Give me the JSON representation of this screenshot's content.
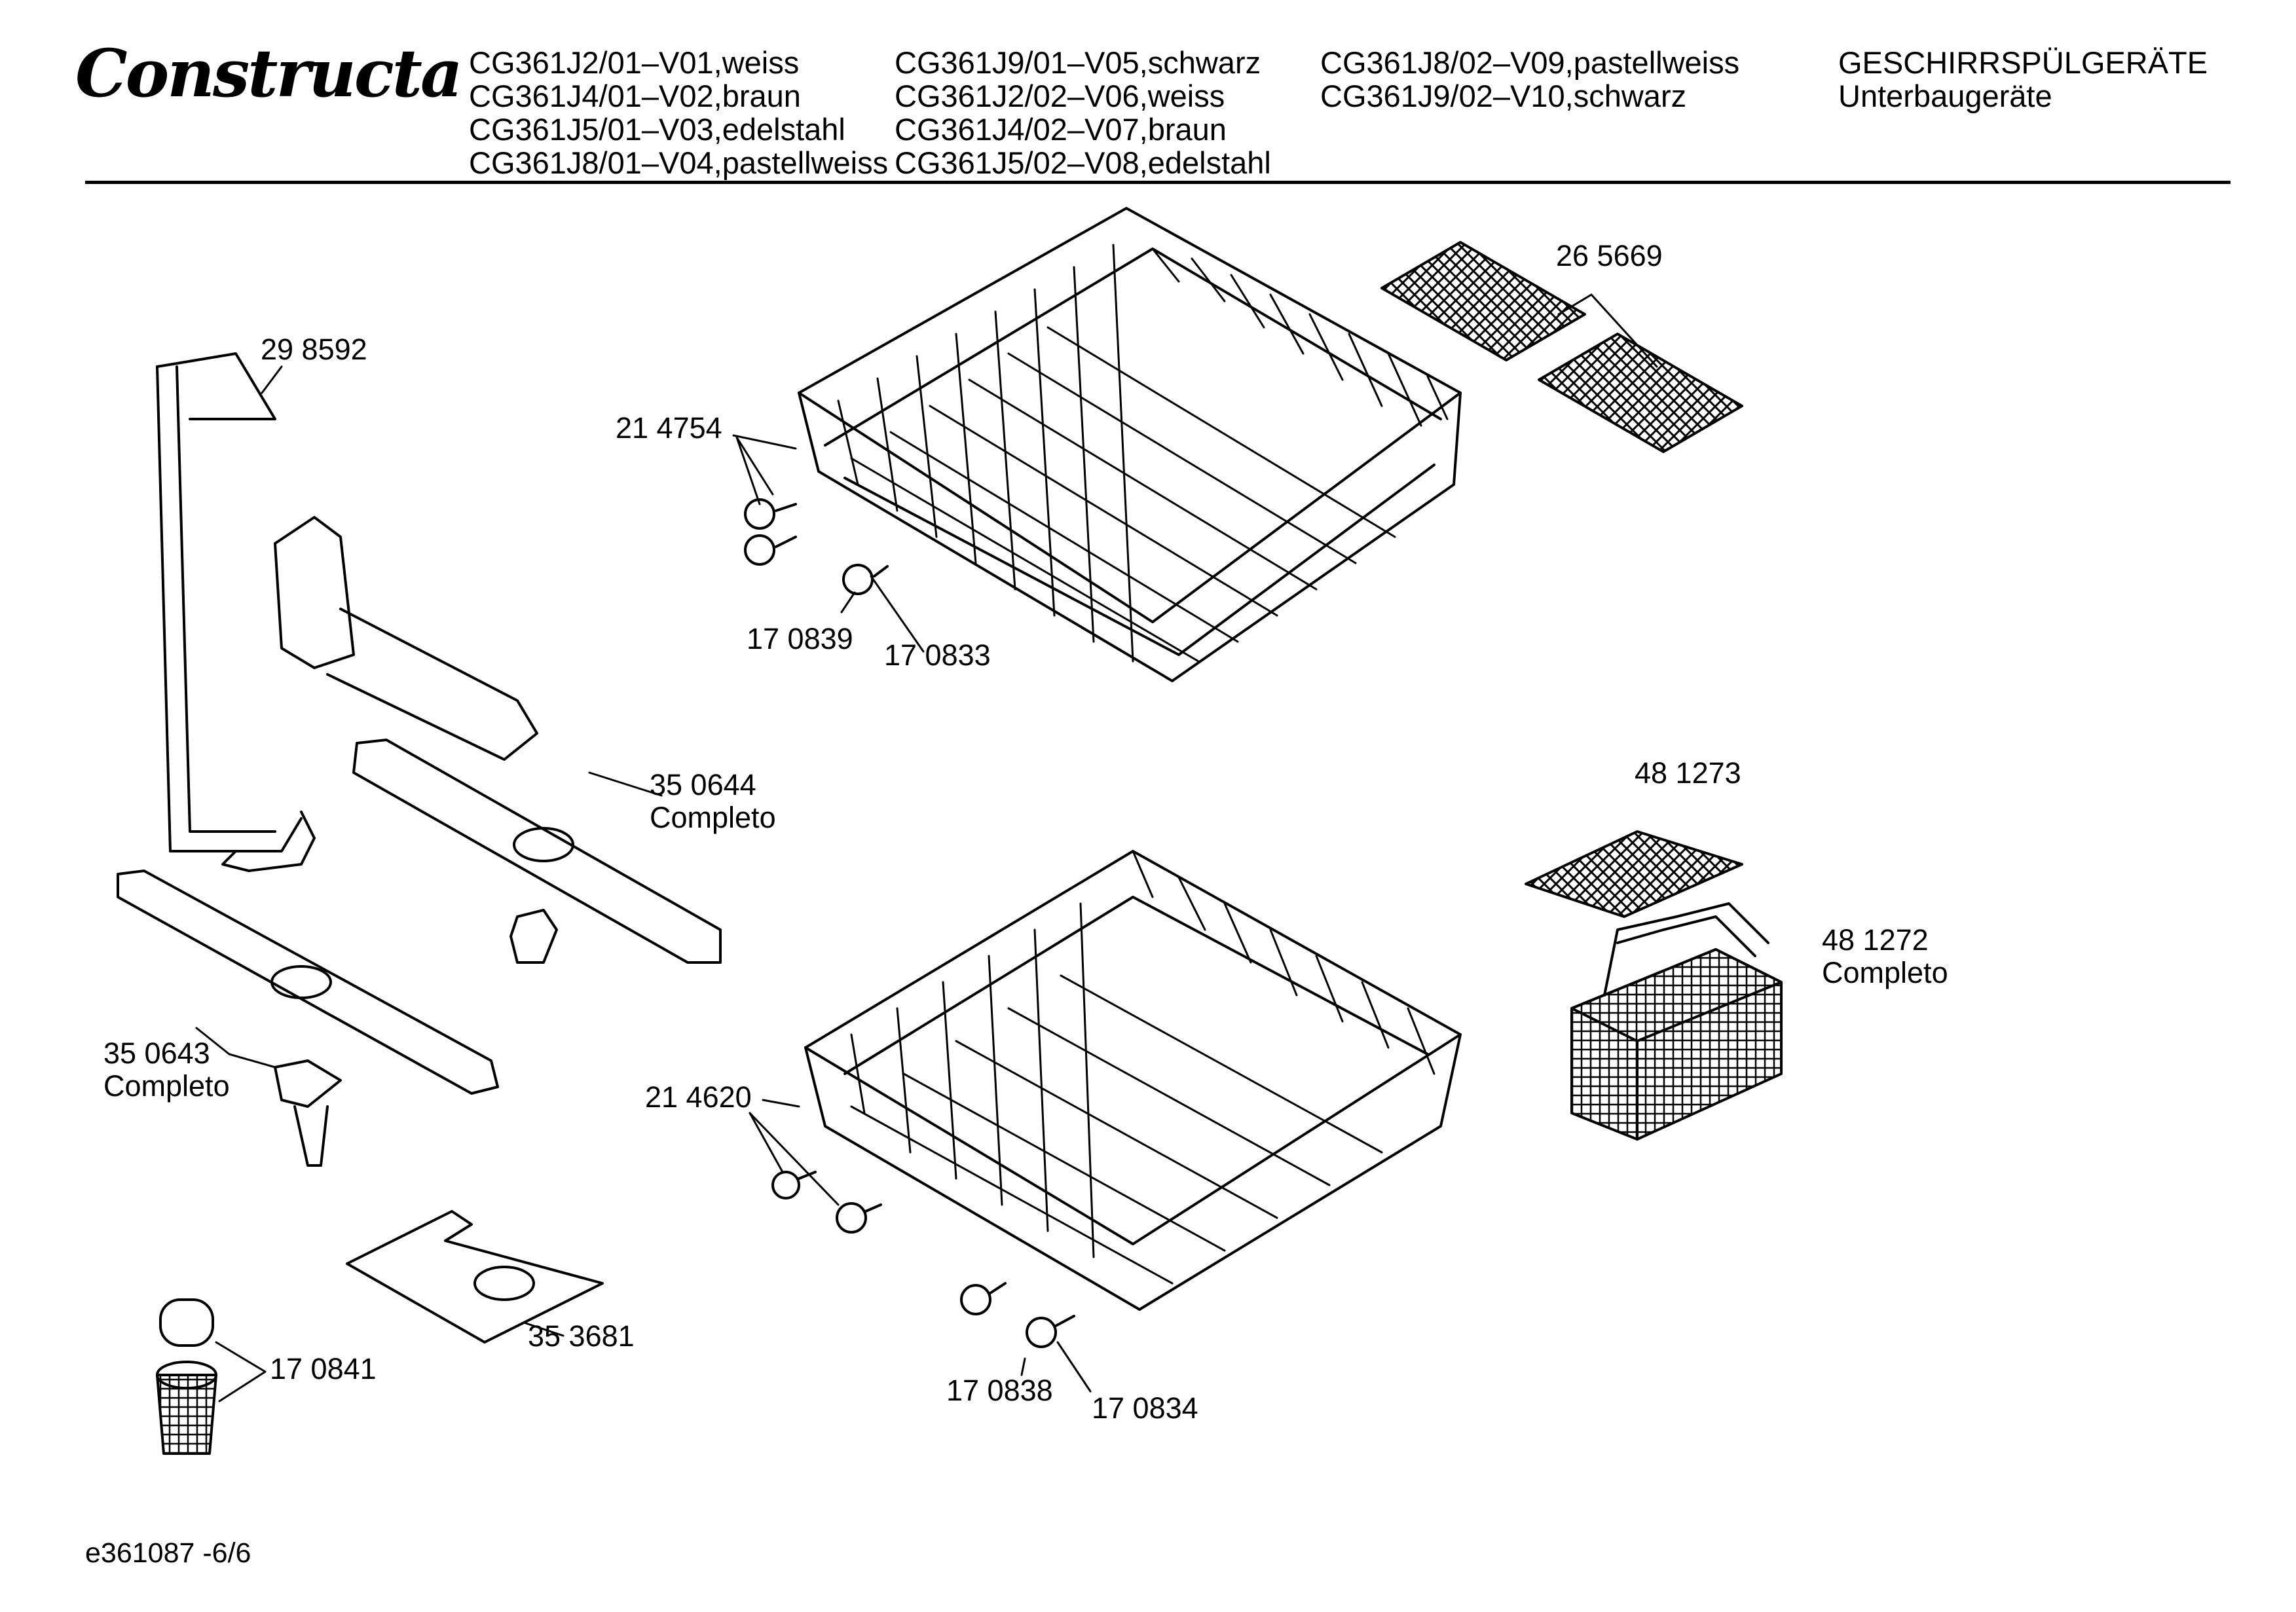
{
  "header": {
    "brand": "Constructa",
    "models": [
      [
        "CG361J2/01–V01,weiss",
        "CG361J4/01–V02,braun",
        "CG361J5/01–V03,edelstahl",
        "CG361J8/01–V04,pastellweiss"
      ],
      [
        "CG361J9/01–V05,schwarz",
        "CG361J2/02–V06,weiss",
        "CG361J4/02–V07,braun",
        "CG361J5/02–V08,edelstahl"
      ],
      [
        "CG361J8/02–V09,pastellweiss",
        "CG361J9/02–V10,schwarz"
      ]
    ],
    "title": "GESCHIRRSPÜLGERÄTE",
    "subtitle": "Unterbaugeräte"
  },
  "parts": {
    "p298592": "29 8592",
    "p214754": "21 4754",
    "p170839": "17 0839",
    "p170833": "17 0833",
    "p265669": "26 5669",
    "p350644": "35 0644",
    "p350644_sub": "Completo",
    "p350643": "35 0643",
    "p350643_sub": "Completo",
    "p214620": "21 4620",
    "p170838": "17 0838",
    "p170834": "17 0834",
    "p353681": "35 3681",
    "p170841": "17 0841",
    "p481273": "48 1273",
    "p481272": "48 1272",
    "p481272_sub": "Completo"
  },
  "footer": {
    "code": "e361087 -6/6"
  }
}
